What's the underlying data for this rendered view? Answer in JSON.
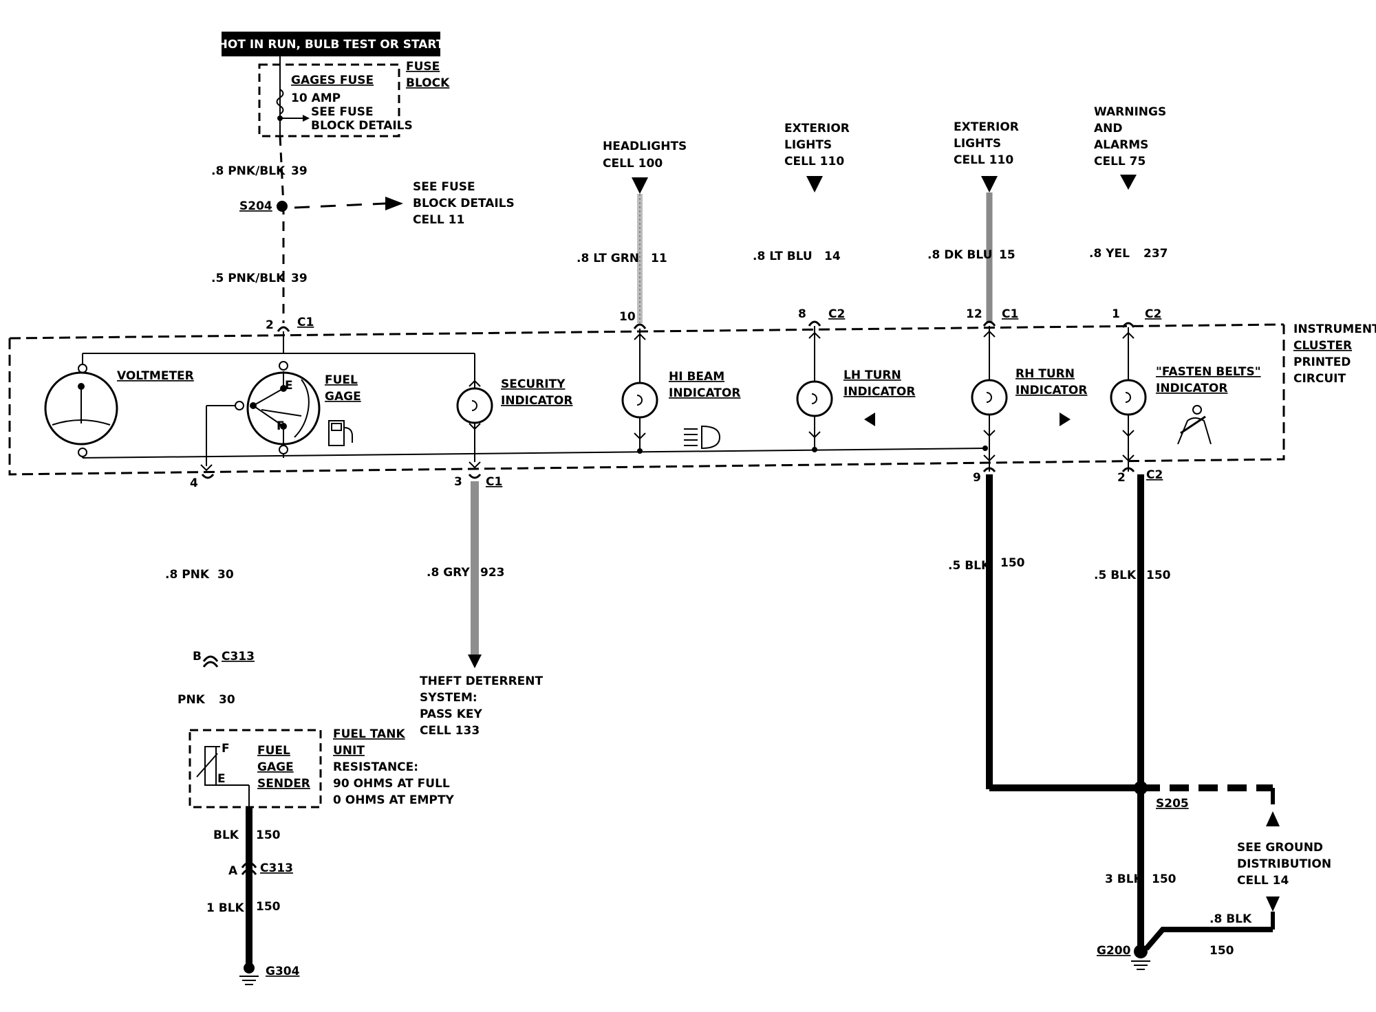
{
  "header": {
    "power_banner": "HOT IN RUN, BULB TEST OR START"
  },
  "fuse_block": {
    "label_l1": "FUSE",
    "label_l2": "BLOCK",
    "fuse_name": "GAGES FUSE",
    "fuse_rating": "10 AMP",
    "see_l1": "SEE FUSE",
    "see_l2": "BLOCK DETAILS"
  },
  "splice_s204": {
    "id": "S204",
    "ref_l1": "SEE FUSE",
    "ref_l2": "BLOCK DETAILS",
    "ref_l3": "CELL 11",
    "wire_top_size": ".8 PNK/BLK",
    "wire_top_circuit": "39",
    "wire_bottom_size": ".5 PNK/BLK",
    "wire_bottom_circuit": "39"
  },
  "references": [
    {
      "l1": "HEADLIGHTS",
      "l2": "CELL 100",
      "l3": ""
    },
    {
      "l1": "EXTERIOR",
      "l2": "LIGHTS",
      "l3": "CELL 110"
    },
    {
      "l1": "EXTERIOR",
      "l2": "LIGHTS",
      "l3": "CELL 110"
    },
    {
      "l1": "WARNINGS",
      "l2": "AND",
      "l3": "ALARMS",
      "l4": "CELL 75"
    }
  ],
  "top_wires": [
    {
      "size": ".8 LT GRN",
      "circuit": "11",
      "pin": "10",
      "conn": ""
    },
    {
      "size": ".8 LT BLU",
      "circuit": "14",
      "pin": "8",
      "conn": "C2"
    },
    {
      "size": ".8 DK BLU",
      "circuit": "15",
      "pin": "12",
      "conn": "C1"
    },
    {
      "size": ".8 YEL",
      "circuit": "237",
      "pin": "1",
      "conn": "C2"
    }
  ],
  "cluster": {
    "label_l1": "INSTRUMENT",
    "label_l2": "CLUSTER",
    "label_l3": "PRINTED",
    "label_l4": "CIRCUIT",
    "top_pin": "2",
    "top_conn": "C1",
    "left_pin": "4",
    "components": {
      "voltmeter": "VOLTMETER",
      "fuel_gage_l1": "FUEL",
      "fuel_gage_l2": "GAGE",
      "gage_e": "E",
      "gage_f": "F",
      "security_l1": "SECURITY",
      "security_l2": "INDICATOR",
      "hibeam_l1": "HI BEAM",
      "hibeam_l2": "INDICATOR",
      "lhturn_l1": "LH TURN",
      "lhturn_l2": "INDICATOR",
      "rhturn_l1": "RH TURN",
      "rhturn_l2": "INDICATOR",
      "belts_l1": "\"FASTEN BELTS\"",
      "belts_l2": "INDICATOR"
    },
    "bottom_pins": [
      {
        "pin": "3",
        "conn": "C1"
      },
      {
        "pin": "9",
        "conn": ""
      },
      {
        "pin": "2",
        "conn": "C2"
      }
    ]
  },
  "bottom_wires": {
    "pnk_size": ".8 PNK",
    "pnk_circuit": "30",
    "gry_size": ".8 GRY",
    "gry_circuit": "923",
    "blk1_size": ".5 BLK",
    "blk1_circuit": "150",
    "blk2_size": ".5 BLK",
    "blk2_circuit": "150"
  },
  "theft": {
    "l1": "THEFT DETERRENT",
    "l2": "SYSTEM:",
    "l3": "PASS KEY",
    "l4": "CELL 133"
  },
  "connector_c313": {
    "pin_b": "B",
    "pin_a": "A",
    "id": "C313",
    "pnk_size": "PNK",
    "pnk_circuit": "30",
    "blk_size": "BLK",
    "blk_circuit": "150",
    "blk1_size": "1 BLK",
    "blk1_circuit": "150"
  },
  "fuel_sender": {
    "f": "F",
    "e": "E",
    "name_l1": "FUEL",
    "name_l2": "GAGE",
    "name_l3": "SENDER",
    "unit_l1": "FUEL TANK",
    "unit_l2": "UNIT",
    "res_l1": "RESISTANCE:",
    "res_l2": "90 OHMS AT FULL",
    "res_l3": "0 OHMS AT EMPTY"
  },
  "ground": {
    "g304": "G304",
    "g200": "G200",
    "s205": "S205",
    "see_l1": "SEE GROUND",
    "see_l2": "DISTRIBUTION",
    "see_l3": "CELL 14",
    "w3_size": "3 BLK",
    "w3_circuit": "150",
    "w8_size": ".8 BLK",
    "w8_circuit": "150"
  }
}
